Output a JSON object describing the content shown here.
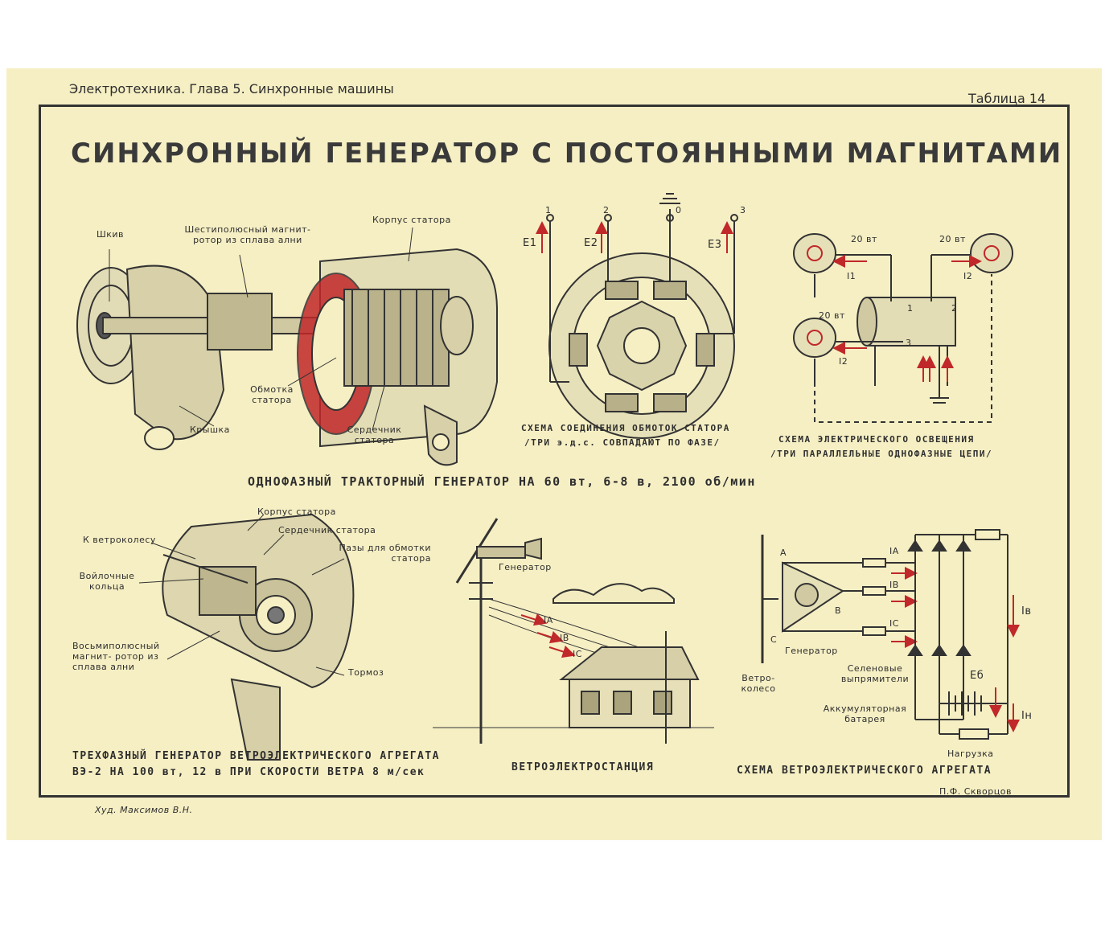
{
  "header": {
    "chapter": "Электротехника. Глава 5. Синхронные машины",
    "table_number": "Таблица 14",
    "title": "СИНХРОННЫЙ ГЕНЕРАТОР С ПОСТОЯННЫМИ МАГНИТАМИ"
  },
  "tractor_generator": {
    "labels": {
      "pulley": "Шкив",
      "rotor": "Шестиполюсный магнит-ротор из сплава ални",
      "housing": "Корпус статора",
      "winding": "Обмотка статора",
      "cover": "Крышка",
      "core": "Сердечник статора"
    },
    "caption": "ОДНОФАЗНЫЙ ТРАКТОРНЫЙ ГЕНЕРАТОР НА 60 вт, 6-8 в, 2100 об/мин"
  },
  "winding_scheme": {
    "terminals": [
      "1",
      "2",
      "0",
      "3"
    ],
    "emf": [
      "E1",
      "E2",
      "E3"
    ],
    "caption_line1": "СХЕМА СОЕДИНЕНИЯ ОБМОТОК СТАТОРА",
    "caption_line2": "/ТРИ э.д.с. СОВПАДАЮТ ПО ФАЗЕ/"
  },
  "lighting_scheme": {
    "lamp_labels": [
      "20 вт",
      "20 вт",
      "20 вт"
    ],
    "currents": [
      "I1",
      "I2",
      "I2"
    ],
    "terminals": [
      "1",
      "2",
      "3"
    ],
    "caption_line1": "СХЕМА ЭЛЕКТРИЧЕСКОГО ОСВЕЩЕНИЯ",
    "caption_line2": "/ТРИ ПАРАЛЛЕЛЬНЫЕ ОДНОФАЗНЫЕ ЦЕПИ/"
  },
  "wind_generator": {
    "labels": {
      "to_wheel": "К ветроколесу",
      "housing": "Корпус статора",
      "core": "Сердечник статора",
      "slots": "Пазы для обмотки статора",
      "felt": "Войлочные кольца",
      "rotor": "Восьмиполюсный магнит- ротор из сплава ални",
      "brake": "Тормоз"
    },
    "caption_line1": "ТРЕХФАЗНЫЙ ГЕНЕРАТОР ВЕТРОЭЛЕКТРИЧЕСКОГО АГРЕГАТА",
    "caption_line2": "ВЭ-2 НА 100 вт, 12 в ПРИ СКОРОСТИ ВЕТРА 8 м/сек"
  },
  "wind_station": {
    "generator_label": "Генератор",
    "currents": [
      "IA",
      "IB",
      "IC"
    ],
    "caption": "ВЕТРОЭЛЕКТРОСТАНЦИЯ"
  },
  "wind_unit_scheme": {
    "phases": [
      "A",
      "B",
      "C"
    ],
    "currents": [
      "IA",
      "IB",
      "IC"
    ],
    "generator_label": "Генератор",
    "wheel_label": "Ветро- колесо",
    "rectifier_label": "Селеновые выпрямители",
    "battery_label": "Аккумуляторная батарея",
    "load_label": "Нагрузка",
    "i_b": "Iв",
    "i_h": "Iн",
    "e_b": "Eб",
    "caption": "СХЕМА ВЕТРОЭЛЕКТРИЧЕСКОГО АГРЕГАТА"
  },
  "credits": {
    "artist": "Худ. Максимов В.Н.",
    "author": "П.Ф. Скворцов"
  },
  "colors": {
    "paper": "#f6efc4",
    "ink": "#2e2e2e",
    "red": "#c0282a"
  }
}
